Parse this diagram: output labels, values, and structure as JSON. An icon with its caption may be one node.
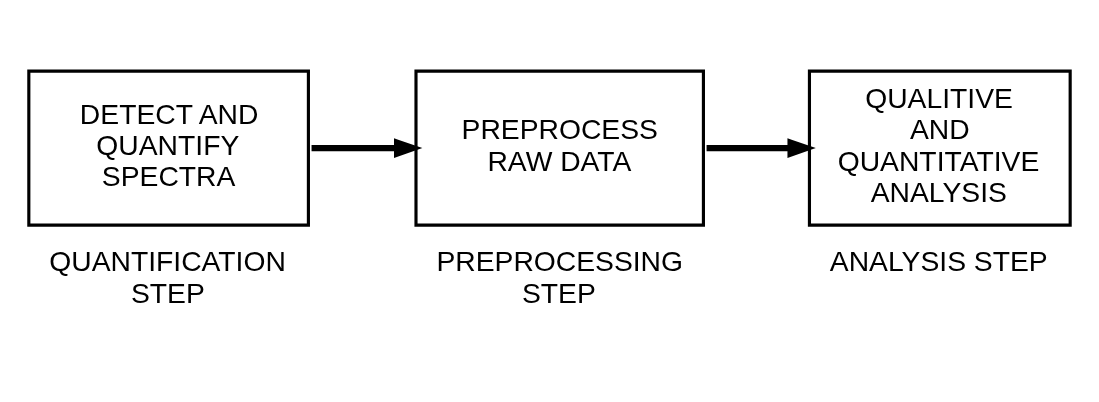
{
  "diagram": {
    "nodes": [
      {
        "text": [
          "DETECT AND QUANTIFY SPECTRA"
        ],
        "beside": [
          "QUANTIFICATION STEP"
        ]
      },
      {
        "text": [
          "PREPROCESS RAW DATA"
        ],
        "beside": [
          "PREPROCESSING STEP"
        ]
      },
      {
        "text": [
          "QUALITIVE AND QUANTITATIVE ANALYSIS"
        ],
        "beside": [
          "ANALYSIS STEP"
        ]
      }
    ],
    "edges": [
      {
        "from": 0,
        "to": 1,
        "arrow": "to"
      },
      {
        "from": 1,
        "to": 2,
        "arrow": "to"
      }
    ]
  }
}
